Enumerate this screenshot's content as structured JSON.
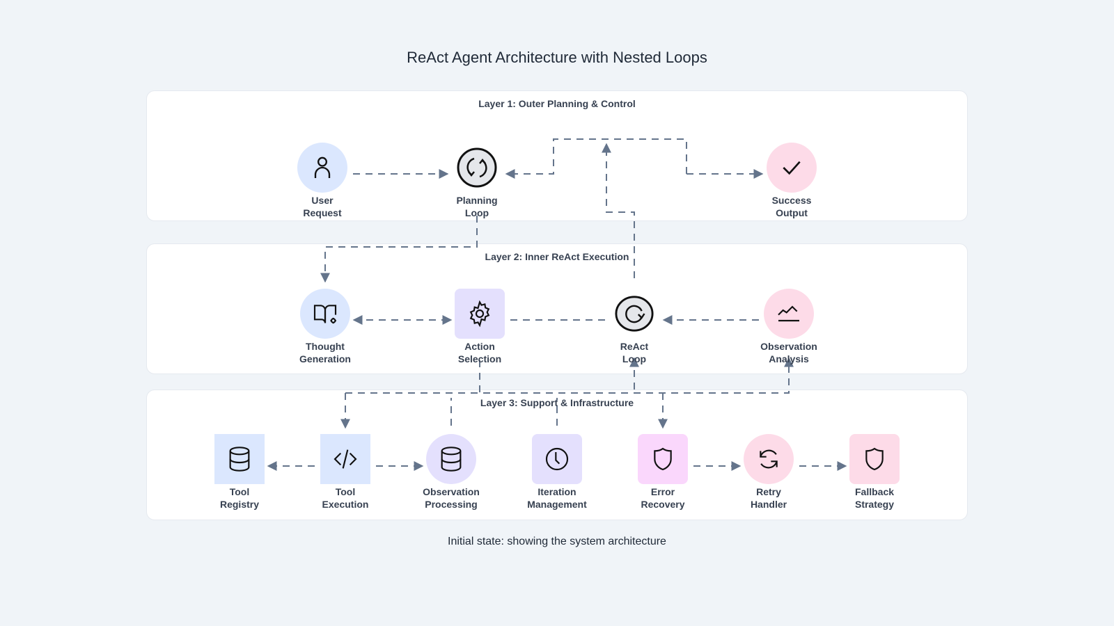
{
  "title": "ReAct Agent Architecture with Nested Loops",
  "caption": "Initial state: showing the system architecture",
  "layers": [
    {
      "title": "Layer 1: Outer Planning & Control"
    },
    {
      "title": "Layer 2: Inner ReAct Execution"
    },
    {
      "title": "Layer 3: Support & Infrastructure"
    }
  ],
  "colors": {
    "blue": "#dbe7fe",
    "lavender": "#e4e0fd",
    "pink": "#fddbe8",
    "magenta": "#fad7fc",
    "loop_fill": "#e5e7eb",
    "edge": "#64748b",
    "text": "#374151"
  },
  "nodes": {
    "user_request": {
      "label1": "User",
      "label2": "Request",
      "icon": "user-icon"
    },
    "planning_loop": {
      "label1": "Planning",
      "label2": "Loop",
      "icon": "refresh-loop-icon"
    },
    "success_output": {
      "label1": "Success",
      "label2": "Output",
      "icon": "check-icon"
    },
    "thought_generation": {
      "label1": "Thought",
      "label2": "Generation",
      "icon": "book-gear-icon"
    },
    "action_selection": {
      "label1": "Action",
      "label2": "Selection",
      "icon": "gear-icon"
    },
    "react_loop": {
      "label1": "ReAct",
      "label2": "Loop",
      "icon": "rotate-cw-icon"
    },
    "observation_analysis": {
      "label1": "Observation",
      "label2": "Analysis",
      "icon": "line-chart-icon"
    },
    "tool_registry": {
      "label1": "Tool",
      "label2": "Registry",
      "icon": "database-icon"
    },
    "tool_execution": {
      "label1": "Tool",
      "label2": "Execution",
      "icon": "code-icon"
    },
    "observation_processing": {
      "label1": "Observation",
      "label2": "Processing",
      "icon": "database-icon"
    },
    "iteration_management": {
      "label1": "Iteration",
      "label2": "Management",
      "icon": "clock-icon"
    },
    "error_recovery": {
      "label1": "Error",
      "label2": "Recovery",
      "icon": "shield-icon"
    },
    "retry_handler": {
      "label1": "Retry",
      "label2": "Handler",
      "icon": "refresh-icon"
    },
    "fallback_strategy": {
      "label1": "Fallback",
      "label2": "Strategy",
      "icon": "shield-icon"
    }
  }
}
